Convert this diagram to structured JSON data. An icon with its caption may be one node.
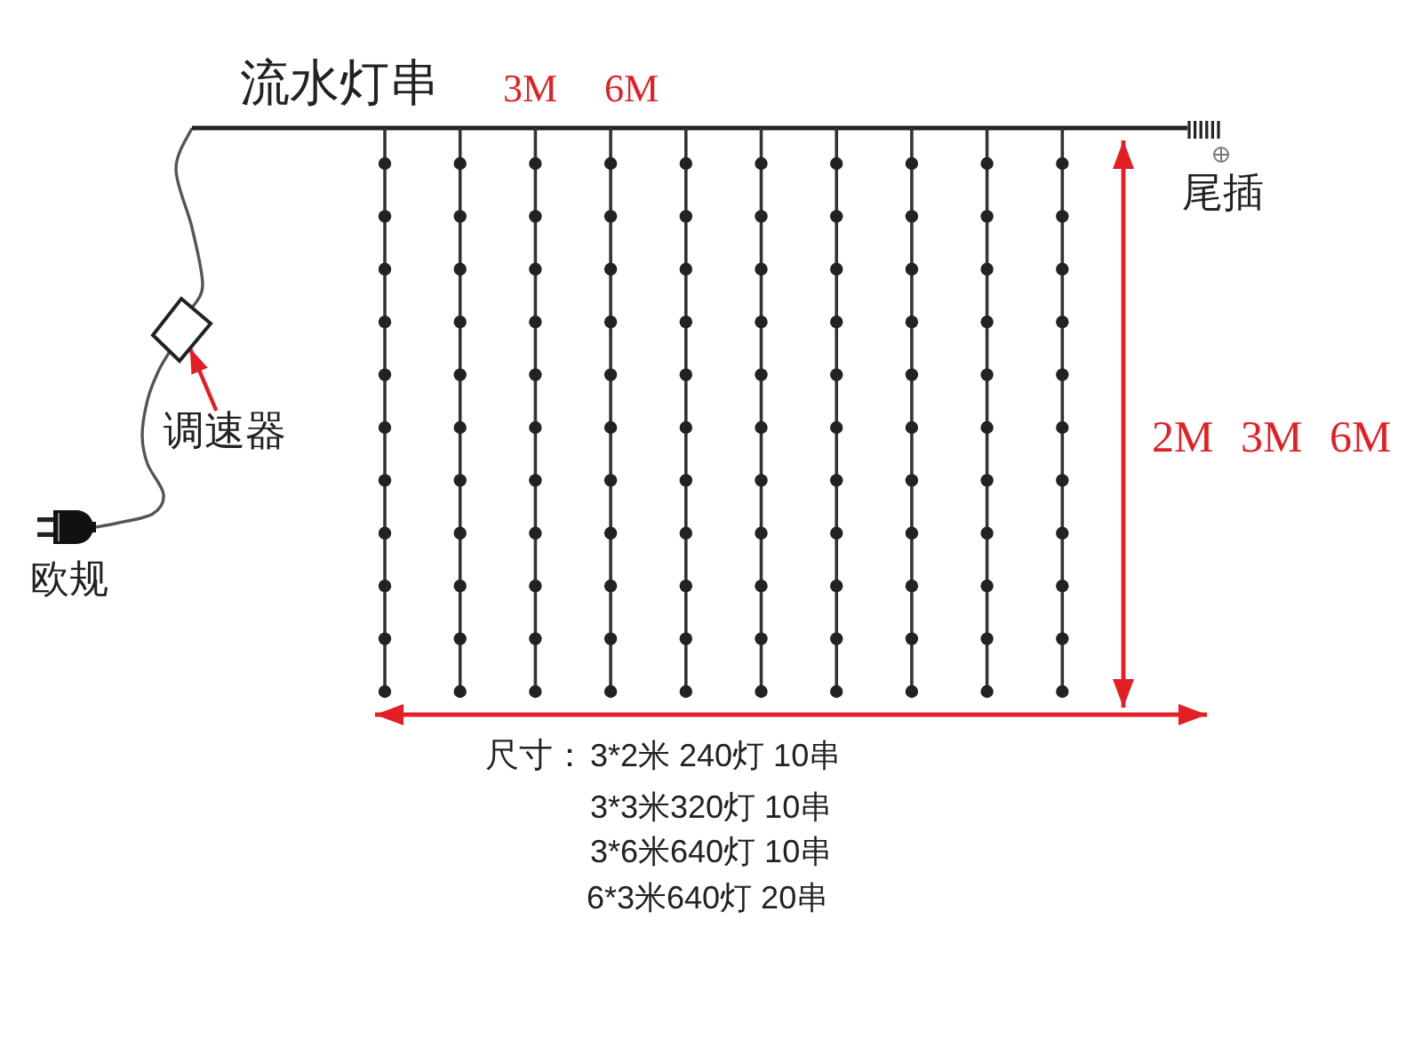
{
  "diagram": {
    "title": "流水灯串",
    "nodes": [
      {
        "text": [],
        "shape": "picture",
        "beside": [
          "欧规"
        ]
      },
      {
        "text": [],
        "shape": "diamond"
      },
      {
        "text": [
          "调速器"
        ]
      },
      {
        "text": [],
        "shape": "picture"
      }
    ],
    "edges": [
      {
        "from": 0,
        "to": 1,
        "arrow": "none"
      },
      {
        "from": 1,
        "to": 3,
        "arrow": "none"
      },
      {
        "from": 2,
        "to": 1,
        "arrow": "to",
        "color": "#e31e24"
      }
    ],
    "labels": [
      "3M",
      "6M",
      "尾插",
      "2M",
      "3M",
      "6M",
      "尺寸：",
      "3*2米 240灯 10串",
      "3*3米320灯 10串",
      "3*6米640灯 10串",
      "6*3米640灯 20串"
    ]
  }
}
